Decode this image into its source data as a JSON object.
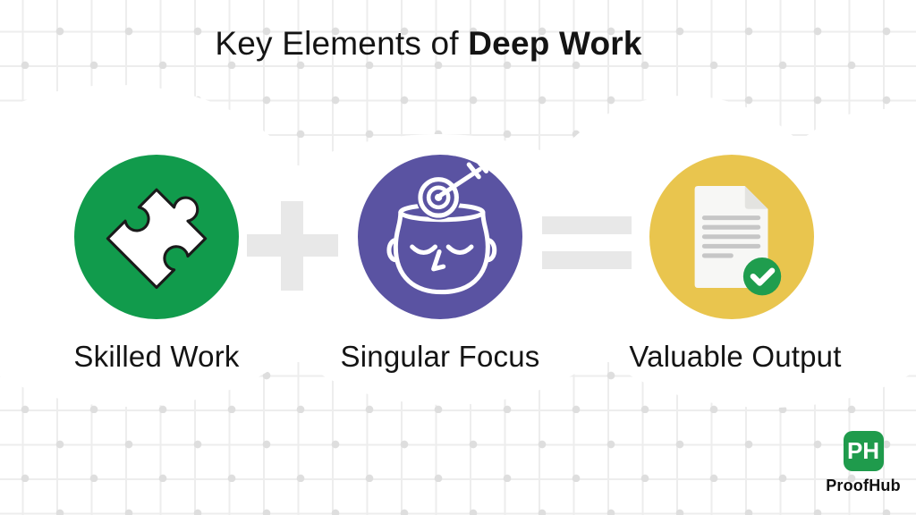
{
  "title": {
    "prefix": "Key Elements of ",
    "emphasis": "Deep Work"
  },
  "equation": {
    "elements": [
      {
        "label": "Skilled Work",
        "icon": "puzzle-piece-icon",
        "circle_color": "#119b4c"
      },
      {
        "label": "Singular Focus",
        "icon": "focused-mind-icon",
        "circle_color": "#5a53a2"
      },
      {
        "label": "Valuable Output",
        "icon": "approved-document-icon",
        "circle_color": "#e9c54e"
      }
    ],
    "operators": [
      {
        "name": "plus",
        "symbol": "+"
      },
      {
        "name": "equals",
        "symbol": "="
      }
    ],
    "operator_color": "#e8e8e8"
  },
  "branding": {
    "logo_initials": "PH",
    "company_name": "ProofHub",
    "logo_color": "#1f9b4c"
  },
  "colors": {
    "background": "#ffffff",
    "grid_line": "#ededed",
    "grid_dot": "#dedede",
    "text": "#141414",
    "check_green": "#1f9d4e"
  }
}
